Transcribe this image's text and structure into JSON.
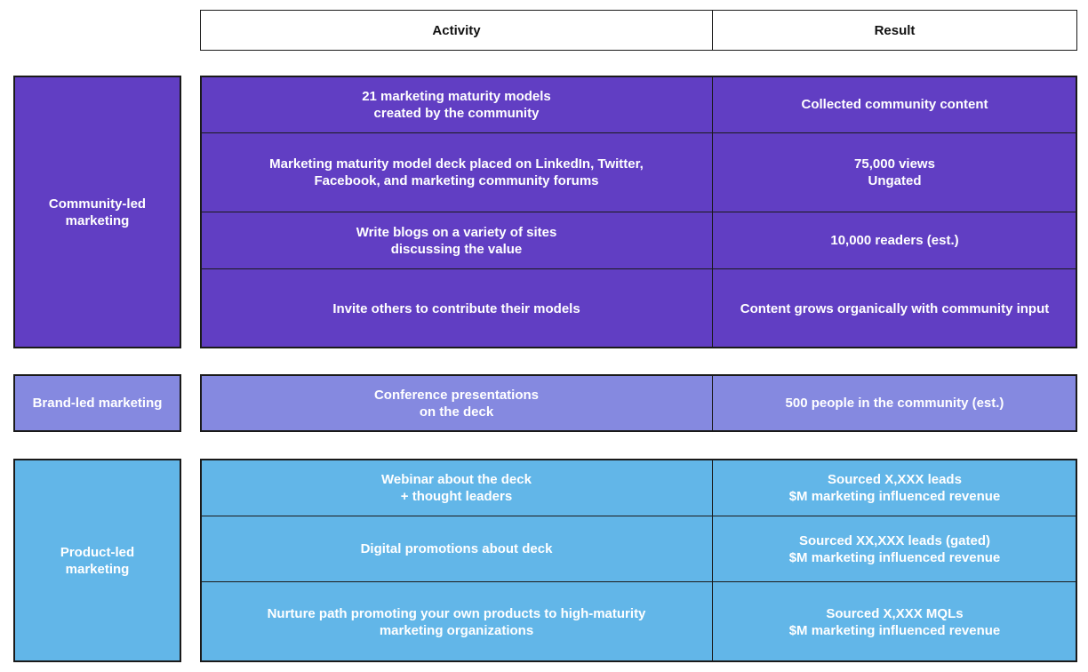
{
  "header": {
    "activity": "Activity",
    "result": "Result"
  },
  "groups": [
    {
      "label": "Community-led\nmarketing",
      "color": "#613ec3",
      "rows": [
        {
          "activity": "21 marketing maturity models\ncreated by the community",
          "result": "Collected community content"
        },
        {
          "activity": "Marketing maturity model deck placed on LinkedIn, Twitter,\nFacebook, and marketing community forums",
          "result": "75,000 views\nUngated"
        },
        {
          "activity": "Write blogs on a variety of sites\ndiscussing the value",
          "result": "10,000 readers (est.)"
        },
        {
          "activity": "Invite others to contribute their models",
          "result": "Content grows organically with community input"
        }
      ]
    },
    {
      "label": "Brand-led marketing",
      "color": "#8589e0",
      "rows": [
        {
          "activity": "Conference presentations\non the deck",
          "result": "500 people in the community (est.)"
        }
      ]
    },
    {
      "label": "Product-led\nmarketing",
      "color": "#62b6e8",
      "rows": [
        {
          "activity": "Webinar about the deck\n+ thought leaders",
          "result": "Sourced X,XXX leads\n$M marketing influenced revenue"
        },
        {
          "activity": "Digital promotions about deck",
          "result": "Sourced XX,XXX leads (gated)\n$M marketing influenced revenue"
        },
        {
          "activity": "Nurture path promoting your own products to high-maturity\nmarketing organizations",
          "result": "Sourced X,XXX MQLs\n$M marketing influenced revenue"
        }
      ]
    }
  ]
}
